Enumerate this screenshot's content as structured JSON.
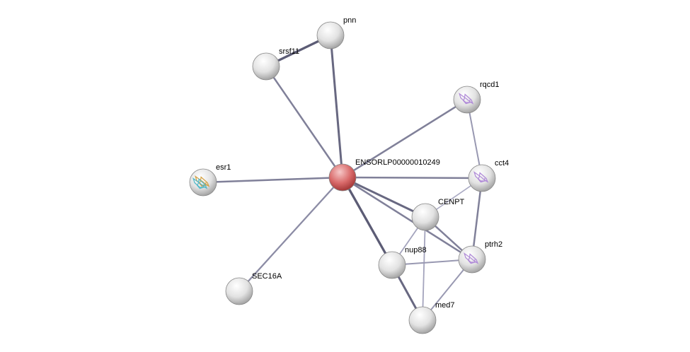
{
  "network": {
    "query_node": "ENSORLP00000010249",
    "nodes": [
      {
        "id": "ENSORLP00000010249",
        "color": "#d9534f",
        "structure": false
      },
      {
        "id": "pnn",
        "color": "#e8e8e8",
        "structure": false
      },
      {
        "id": "srsf11",
        "color": "#e8e8e8",
        "structure": false
      },
      {
        "id": "rqcd1",
        "color": "#e8e8e8",
        "structure": true
      },
      {
        "id": "esr1",
        "color": "#e8e8e8",
        "structure": true
      },
      {
        "id": "cct4",
        "color": "#e8e8e8",
        "structure": true
      },
      {
        "id": "CENPT",
        "color": "#e8e8e8",
        "structure": false
      },
      {
        "id": "ptrh2",
        "color": "#e8e8e8",
        "structure": true
      },
      {
        "id": "nup88",
        "color": "#e8e8e8",
        "structure": false
      },
      {
        "id": "SEC16A",
        "color": "#e8e8e8",
        "structure": false
      },
      {
        "id": "med7",
        "color": "#e8e8e8",
        "structure": false
      }
    ],
    "edges": [
      {
        "a": "ENSORLP00000010249",
        "b": "pnn",
        "strength": 0.8
      },
      {
        "a": "ENSORLP00000010249",
        "b": "srsf11",
        "strength": 0.6
      },
      {
        "a": "srsf11",
        "b": "pnn",
        "strength": 0.9
      },
      {
        "a": "ENSORLP00000010249",
        "b": "rqcd1",
        "strength": 0.6
      },
      {
        "a": "ENSORLP00000010249",
        "b": "esr1",
        "strength": 0.6
      },
      {
        "a": "ENSORLP00000010249",
        "b": "cct4",
        "strength": 0.6
      },
      {
        "a": "ENSORLP00000010249",
        "b": "CENPT",
        "strength": 0.8
      },
      {
        "a": "ENSORLP00000010249",
        "b": "ptrh2",
        "strength": 0.6
      },
      {
        "a": "ENSORLP00000010249",
        "b": "nup88",
        "strength": 0.9
      },
      {
        "a": "ENSORLP00000010249",
        "b": "SEC16A",
        "strength": 0.5
      },
      {
        "a": "rqcd1",
        "b": "cct4",
        "strength": 0.4
      },
      {
        "a": "cct4",
        "b": "ptrh2",
        "strength": 0.6
      },
      {
        "a": "cct4",
        "b": "CENPT",
        "strength": 0.25
      },
      {
        "a": "CENPT",
        "b": "ptrh2",
        "strength": 0.6
      },
      {
        "a": "CENPT",
        "b": "nup88",
        "strength": 0.3
      },
      {
        "a": "CENPT",
        "b": "med7",
        "strength": 0.3
      },
      {
        "a": "nup88",
        "b": "ptrh2",
        "strength": 0.4
      },
      {
        "a": "nup88",
        "b": "med7",
        "strength": 0.8
      },
      {
        "a": "ptrh2",
        "b": "med7",
        "strength": 0.4
      }
    ]
  }
}
